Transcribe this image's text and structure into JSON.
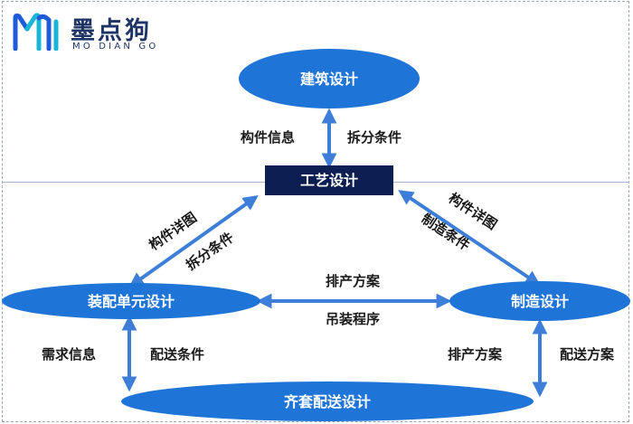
{
  "logo": {
    "cn": "墨点狗",
    "en": "MO DIAN GO",
    "colors": [
      "#1e5bd8",
      "#18b5d8",
      "#1e3466"
    ]
  },
  "nodes": {
    "architecture": "建筑设计",
    "process": "工艺设计",
    "assembly_unit": "装配单元设计",
    "manufacturing": "制造设计",
    "delivery": "齐套配送设计"
  },
  "edge_labels": {
    "component_info": "构件信息",
    "split_conditions_top": "拆分条件",
    "component_detail_left": "构件详图",
    "split_conditions_left": "拆分条件",
    "component_detail_right": "构件详图",
    "manufacturing_conditions": "制造条件",
    "production_plan_middle": "排产方案",
    "hoisting_procedure": "吊装程序",
    "demand_info": "需求信息",
    "delivery_conditions": "配送条件",
    "production_plan_right": "排产方案",
    "delivery_plan": "配送方案"
  },
  "colors": {
    "ellipse": "#1f74d8",
    "rect": "#0d1e52",
    "arrow": "#3d7fd8",
    "frame": "#9aa6b8"
  }
}
